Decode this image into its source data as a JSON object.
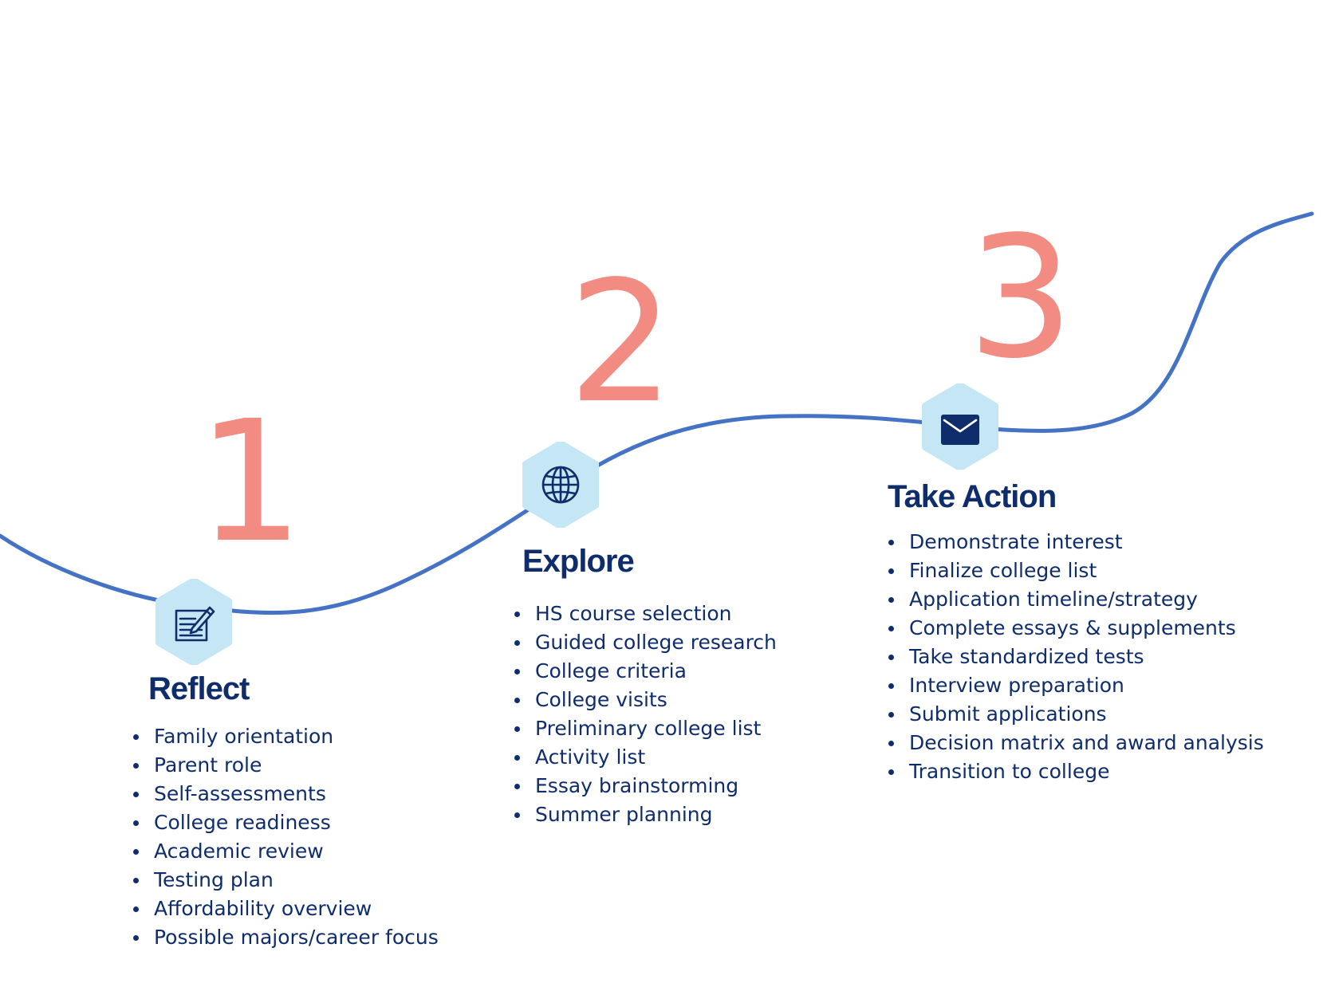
{
  "colors": {
    "path": "#4472c4",
    "number": "#f28b82",
    "hexagon": "#c5e6f5",
    "text": "#0f2d6b",
    "icon": "#0f2d6b"
  },
  "steps": [
    {
      "number": "1",
      "icon": "document-edit-icon",
      "title": "Reflect",
      "items": [
        "Family orientation",
        "Parent role",
        "Self-assessments",
        "College readiness",
        "Academic review",
        "Testing plan",
        "Affordability overview",
        "Possible majors/career focus"
      ]
    },
    {
      "number": "2",
      "icon": "globe-icon",
      "title": "Explore",
      "items": [
        "HS course selection",
        "Guided college research",
        "College criteria",
        "College visits",
        "Preliminary college list",
        "Activity list",
        "Essay brainstorming",
        "Summer planning"
      ]
    },
    {
      "number": "3",
      "icon": "envelope-icon",
      "title": "Take Action",
      "items": [
        "Demonstrate interest",
        "Finalize college list",
        "Application timeline/strategy",
        "Complete essays & supplements",
        "Take standardized tests",
        "Interview preparation",
        "Submit applications",
        "Decision matrix and award analysis",
        "Transition to college"
      ]
    }
  ]
}
